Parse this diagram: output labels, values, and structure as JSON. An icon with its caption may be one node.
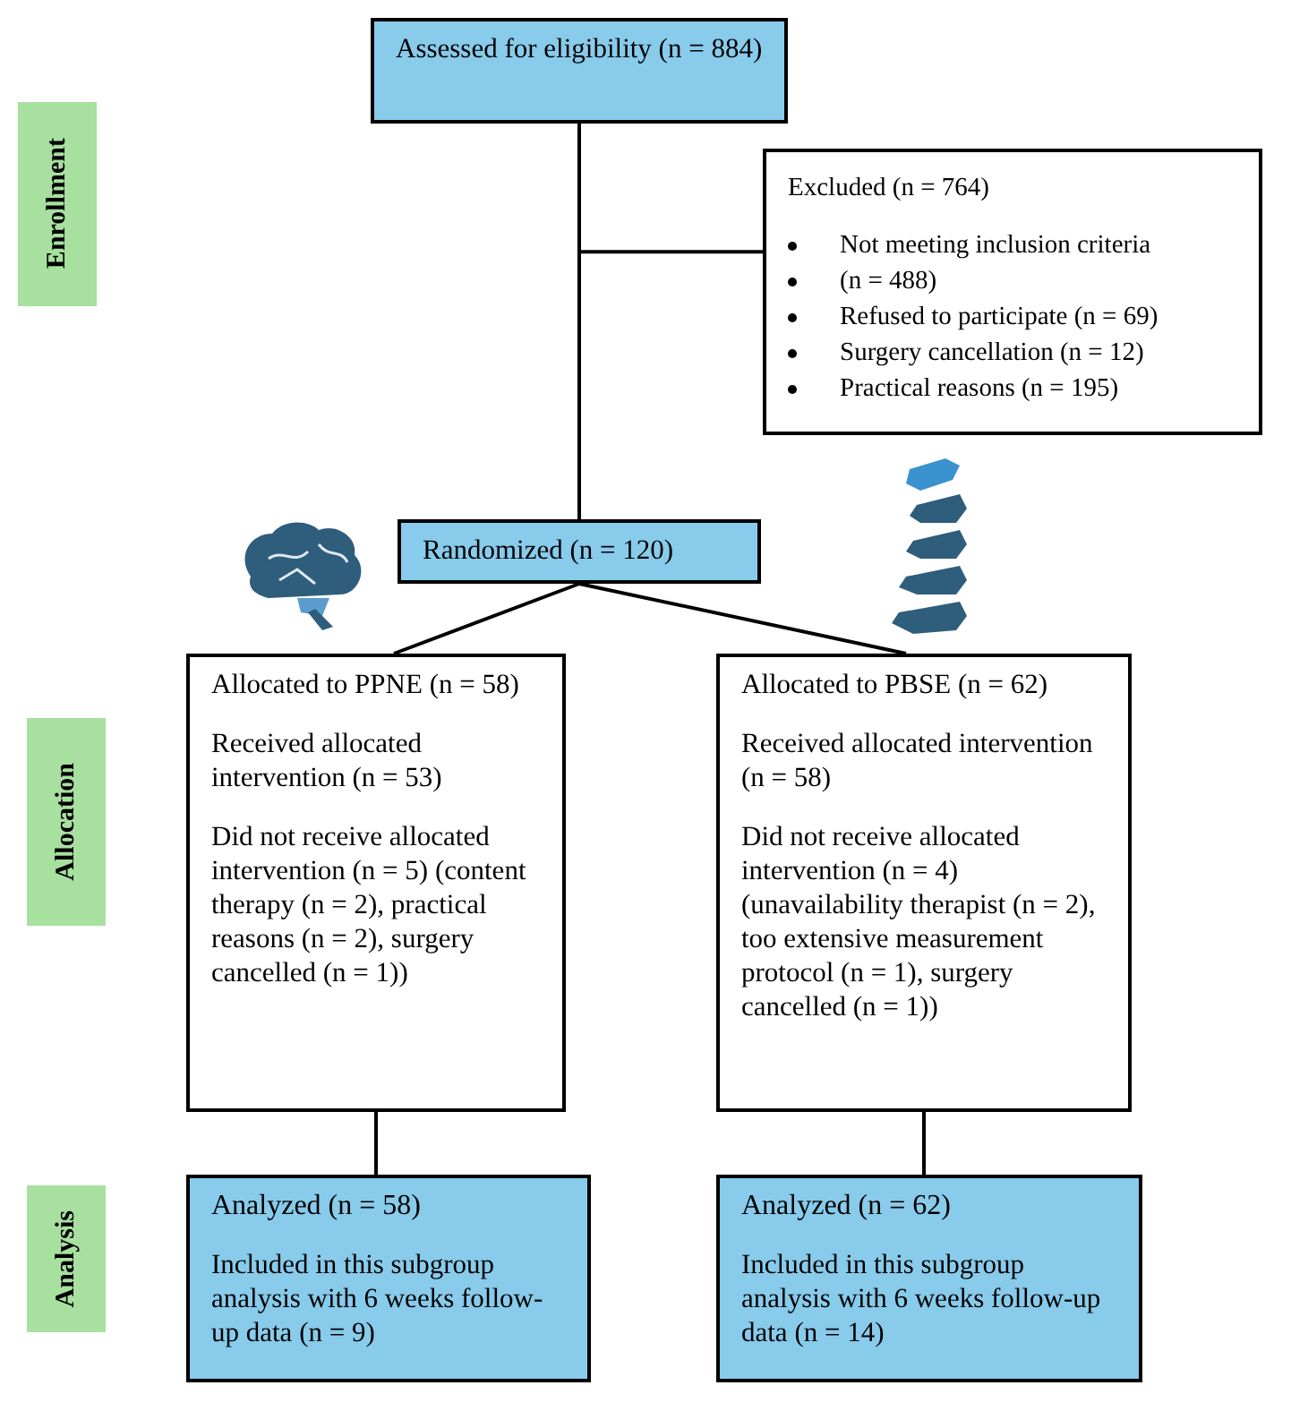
{
  "diagram": {
    "nodes": [
      {
        "text": [
          "Assessed for eligibility (n = 884)"
        ]
      },
      {
        "text": [
          "Excluded (n = 764)",
          "Not meeting inclusion criteria",
          "(n = 488)",
          "Refused to participate (n = 69)",
          "Surgery cancellation (n = 12)",
          "Practical reasons (n = 195)"
        ]
      },
      {
        "text": [
          "Randomized (n = 120)"
        ]
      },
      {
        "text": [
          "Allocated to PPNE (n = 58)",
          "Received allocated intervention (n = 53)",
          "Did not receive allocated intervention (n = 5) (content therapy (n = 2), practical reasons (n = 2), surgery cancelled (n = 1))"
        ]
      },
      {
        "text": [
          "Allocated to PBSE (n = 62)",
          "Received allocated intervention (n = 58)",
          "Did not receive allocated intervention (n = 4) (unavailability therapist (n = 2), too extensive measurement protocol (n = 1), surgery cancelled (n = 1))"
        ]
      },
      {
        "text": [
          "Analyzed (n = 58)",
          "Included in this subgroup analysis with 6 weeks follow-up data (n = 9)"
        ]
      },
      {
        "text": [
          "Analyzed (n = 62)",
          "Included in this subgroup analysis with 6 weeks follow-up data (n = 14)"
        ]
      },
      {
        "text": [
          "Enrollment"
        ]
      },
      {
        "text": [
          "Allocation"
        ]
      },
      {
        "text": [
          "Analysis"
        ]
      }
    ],
    "edges": [
      {
        "from": 0,
        "to": 1,
        "arrow": "none"
      },
      {
        "from": 0,
        "to": 2,
        "arrow": "none"
      },
      {
        "from": 2,
        "to": 3,
        "arrow": "none"
      },
      {
        "from": 2,
        "to": 4,
        "arrow": "none"
      },
      {
        "from": 3,
        "to": 5,
        "arrow": "none"
      },
      {
        "from": 4,
        "to": 6,
        "arrow": "none"
      }
    ]
  }
}
